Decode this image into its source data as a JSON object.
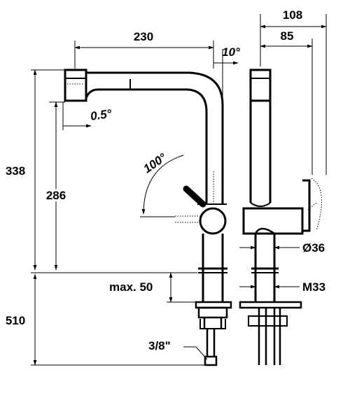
{
  "dimensions": {
    "overall_depth": "108",
    "body_depth": "85",
    "spout_reach": "230",
    "spout_angle": "10°",
    "aerator_angle": "0.5°",
    "swivel_angle": "100°",
    "total_height": "338",
    "spout_height": "286",
    "body_diameter": "Ø36",
    "max_deck": "max. 50",
    "thread": "M33",
    "hose_length": "510",
    "connection": "3/8\""
  }
}
